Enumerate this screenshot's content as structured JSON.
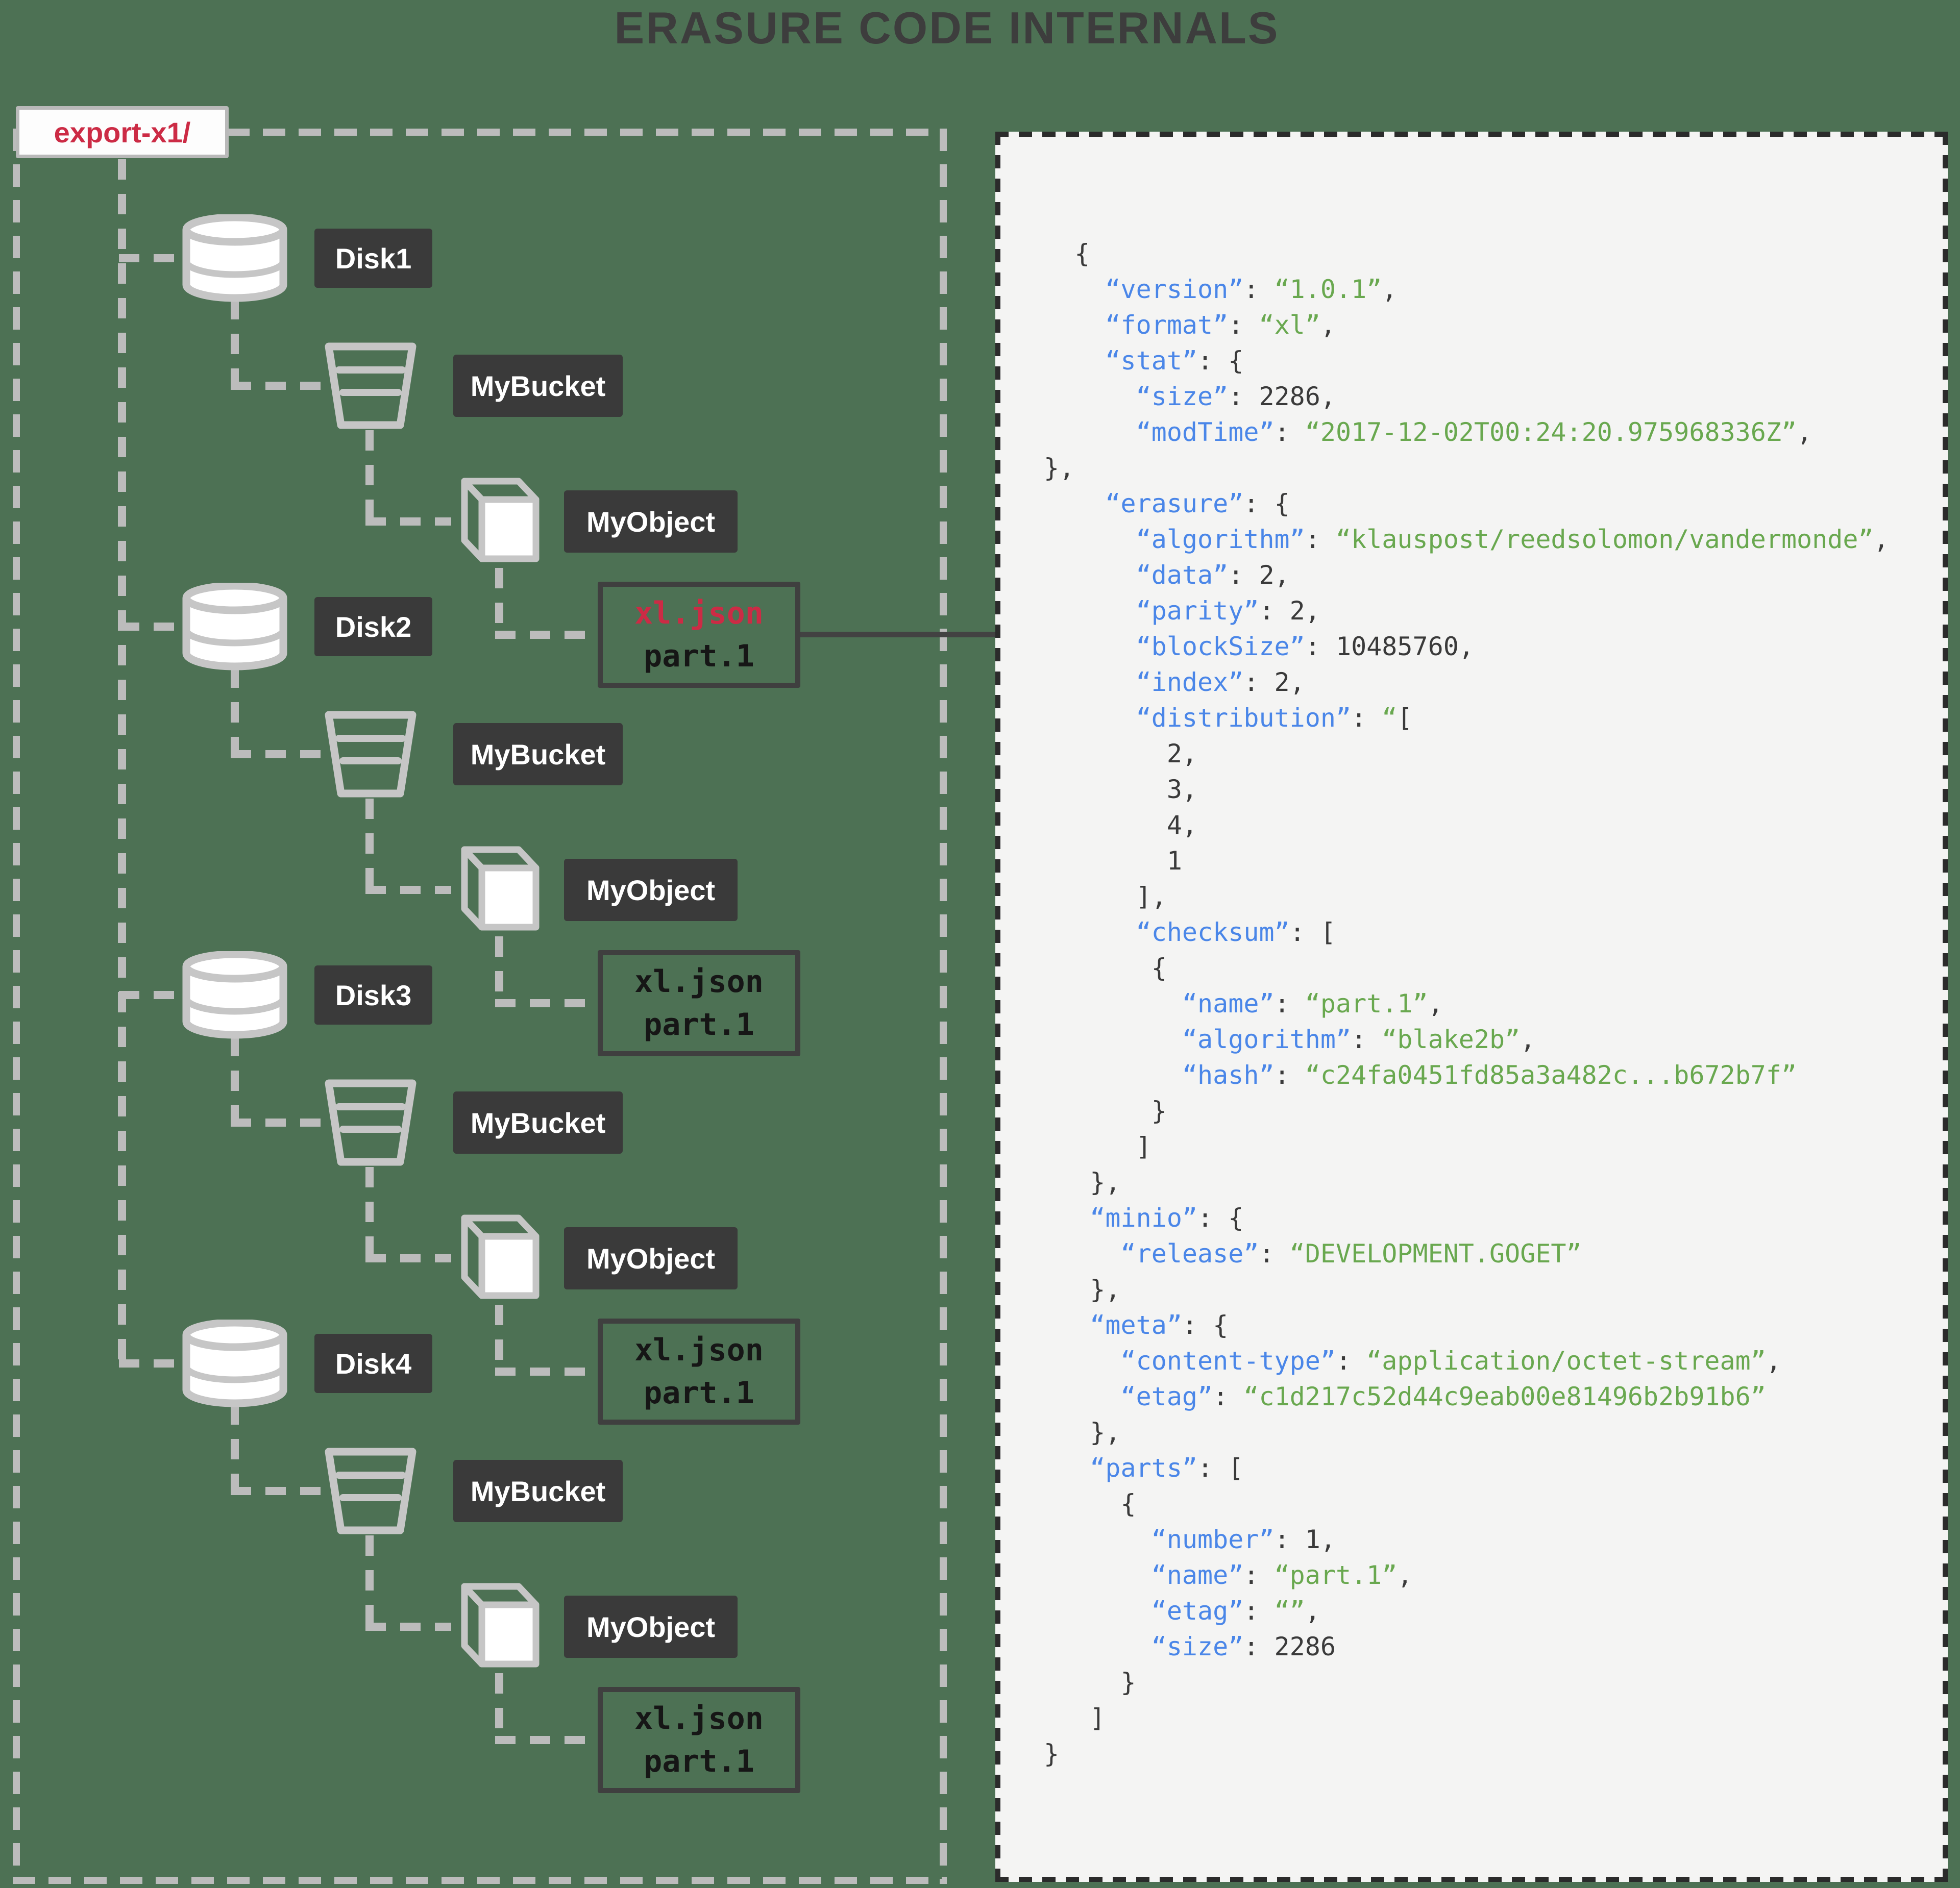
{
  "title": "ERASURE CODE INTERNALS",
  "export_root": {
    "label": "export-x1/"
  },
  "disks": [
    {
      "disk_label": "Disk1",
      "bucket_label": "MyBucket",
      "object_label": "MyObject",
      "file_lines": [
        "xl.json",
        "part.1"
      ],
      "file_highlighted": true
    },
    {
      "disk_label": "Disk2",
      "bucket_label": "MyBucket",
      "object_label": "MyObject",
      "file_lines": [
        "xl.json",
        "part.1"
      ],
      "file_highlighted": false
    },
    {
      "disk_label": "Disk3",
      "bucket_label": "MyBucket",
      "object_label": "MyObject",
      "file_lines": [
        "xl.json",
        "part.1"
      ],
      "file_highlighted": false
    },
    {
      "disk_label": "Disk4",
      "bucket_label": "MyBucket",
      "object_label": "MyObject",
      "file_lines": [
        "xl.json",
        "part.1"
      ],
      "file_highlighted": false
    }
  ],
  "icons": {
    "disk": "database-cylinder-icon",
    "bucket": "bucket-icon",
    "object": "cube-icon"
  },
  "json_panel": {
    "lines": [
      [
        [
          "p",
          "  {"
        ]
      ],
      [
        [
          "p",
          "    "
        ],
        [
          "k",
          "“version”"
        ],
        [
          "p",
          ": "
        ],
        [
          "s",
          "“1.0.1”"
        ],
        [
          "p",
          ","
        ]
      ],
      [
        [
          "p",
          "    "
        ],
        [
          "k",
          "“format”"
        ],
        [
          "p",
          ": "
        ],
        [
          "s",
          "“xl”"
        ],
        [
          "p",
          ","
        ]
      ],
      [
        [
          "p",
          "    "
        ],
        [
          "k",
          "“stat”"
        ],
        [
          "p",
          ": {"
        ]
      ],
      [
        [
          "p",
          "      "
        ],
        [
          "k",
          "“size”"
        ],
        [
          "p",
          ": 2286,"
        ]
      ],
      [
        [
          "p",
          "      "
        ],
        [
          "k",
          "“modTime”"
        ],
        [
          "p",
          ": "
        ],
        [
          "s",
          "“2017-12-02T00:24:20.975968336Z”"
        ],
        [
          "p",
          ","
        ]
      ],
      [
        [
          "p",
          "},"
        ]
      ],
      [
        [
          "p",
          "    "
        ],
        [
          "k",
          "“erasure”"
        ],
        [
          "p",
          ": {"
        ]
      ],
      [
        [
          "p",
          "      "
        ],
        [
          "k",
          "“algorithm”"
        ],
        [
          "p",
          ": "
        ],
        [
          "s",
          "“klauspost/reedsolomon/vandermonde”"
        ],
        [
          "p",
          ","
        ]
      ],
      [
        [
          "p",
          "      "
        ],
        [
          "k",
          "“data”"
        ],
        [
          "p",
          ": 2,"
        ]
      ],
      [
        [
          "p",
          "      "
        ],
        [
          "k",
          "“parity”"
        ],
        [
          "p",
          ": 2,"
        ]
      ],
      [
        [
          "p",
          "      "
        ],
        [
          "k",
          "“blockSize”"
        ],
        [
          "p",
          ": 10485760,"
        ]
      ],
      [
        [
          "p",
          "      "
        ],
        [
          "k",
          "“index”"
        ],
        [
          "p",
          ": 2,"
        ]
      ],
      [
        [
          "p",
          "      "
        ],
        [
          "k",
          "“distribution”"
        ],
        [
          "p",
          ": "
        ],
        [
          "s",
          "“"
        ],
        [
          "p",
          "["
        ]
      ],
      [
        [
          "p",
          "        2,"
        ]
      ],
      [
        [
          "p",
          "        3,"
        ]
      ],
      [
        [
          "p",
          "        4,"
        ]
      ],
      [
        [
          "p",
          "        1"
        ]
      ],
      [
        [
          "p",
          "      ],"
        ]
      ],
      [
        [
          "p",
          "      "
        ],
        [
          "k",
          "“checksum”"
        ],
        [
          "p",
          ": ["
        ]
      ],
      [
        [
          "p",
          "       {"
        ]
      ],
      [
        [
          "p",
          "         "
        ],
        [
          "k",
          "“name”"
        ],
        [
          "p",
          ": "
        ],
        [
          "s",
          "“part.1”"
        ],
        [
          "p",
          ","
        ]
      ],
      [
        [
          "p",
          "         "
        ],
        [
          "k",
          "“algorithm”"
        ],
        [
          "p",
          ": "
        ],
        [
          "s",
          "“blake2b”"
        ],
        [
          "p",
          ","
        ]
      ],
      [
        [
          "p",
          "         "
        ],
        [
          "k",
          "“hash”"
        ],
        [
          "p",
          ": "
        ],
        [
          "s",
          "“c24fa0451fd85a3a482c...b672b7f”"
        ]
      ],
      [
        [
          "p",
          "       }"
        ]
      ],
      [
        [
          "p",
          "      ]"
        ]
      ],
      [
        [
          "p",
          "   },"
        ]
      ],
      [
        [
          "p",
          "   "
        ],
        [
          "k",
          "“minio”"
        ],
        [
          "p",
          ": {"
        ]
      ],
      [
        [
          "p",
          "     "
        ],
        [
          "k",
          "“release”"
        ],
        [
          "p",
          ": "
        ],
        [
          "s",
          "“DEVELOPMENT.GOGET”"
        ]
      ],
      [
        [
          "p",
          "   },"
        ]
      ],
      [
        [
          "p",
          "   "
        ],
        [
          "k",
          "“meta”"
        ],
        [
          "p",
          ": {"
        ]
      ],
      [
        [
          "p",
          "     "
        ],
        [
          "k",
          "“content-type”"
        ],
        [
          "p",
          ": "
        ],
        [
          "s",
          "“application/octet-stream”"
        ],
        [
          "p",
          ","
        ]
      ],
      [
        [
          "p",
          "     "
        ],
        [
          "k",
          "“etag”"
        ],
        [
          "p",
          ": "
        ],
        [
          "s",
          "“c1d217c52d44c9eab00e81496b2b91b6”"
        ]
      ],
      [
        [
          "p",
          "   },"
        ]
      ],
      [
        [
          "p",
          "   "
        ],
        [
          "k",
          "“parts”"
        ],
        [
          "p",
          ": ["
        ]
      ],
      [
        [
          "p",
          "     {"
        ]
      ],
      [
        [
          "p",
          "       "
        ],
        [
          "k",
          "“number”"
        ],
        [
          "p",
          ": 1,"
        ]
      ],
      [
        [
          "p",
          "       "
        ],
        [
          "k",
          "“name”"
        ],
        [
          "p",
          ": "
        ],
        [
          "s",
          "“part.1”"
        ],
        [
          "p",
          ","
        ]
      ],
      [
        [
          "p",
          "       "
        ],
        [
          "k",
          "“etag”"
        ],
        [
          "p",
          ": "
        ],
        [
          "s",
          "“”"
        ],
        [
          "p",
          ","
        ]
      ],
      [
        [
          "p",
          "       "
        ],
        [
          "k",
          "“size”"
        ],
        [
          "p",
          ": 2286"
        ]
      ],
      [
        [
          "p",
          "     }"
        ]
      ],
      [
        [
          "p",
          "   ]"
        ]
      ],
      [
        [
          "p",
          "}"
        ]
      ]
    ]
  },
  "colors": {
    "background": "#4d7154",
    "title_text": "#3d3d3d",
    "accent_red": "#cc2b45",
    "label_bg": "#3a3a3a",
    "label_text": "#ffffff",
    "dash_gray": "#bcbcbc",
    "icon_gray": "#c6c6c6",
    "box_border_dark": "#3f3f3f",
    "panel_bg": "#f4f4f3",
    "panel_border": "#2b2b2b",
    "json_key_blue": "#4a86e8",
    "json_string_green": "#69a84f",
    "json_plain": "#3a3a3a"
  }
}
